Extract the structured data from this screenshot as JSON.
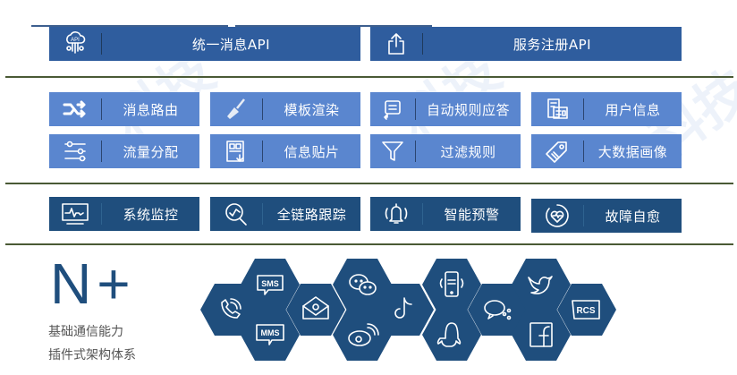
{
  "top_row": [
    {
      "label": "统一消息API",
      "icon": "api-cloud-icon"
    },
    {
      "label": "服务注册API",
      "icon": "share-upload-icon"
    }
  ],
  "feature_grid": [
    {
      "label": "消息路由",
      "icon": "shuffle-icon"
    },
    {
      "label": "模板渲染",
      "icon": "paint-brush-icon"
    },
    {
      "label": "自动规则应答",
      "icon": "auto-reply-icon"
    },
    {
      "label": "用户信息",
      "icon": "user-card-icon"
    },
    {
      "label": "流量分配",
      "icon": "sliders-icon"
    },
    {
      "label": "信息贴片",
      "icon": "layout-download-icon"
    },
    {
      "label": "过滤规则",
      "icon": "filter-icon"
    },
    {
      "label": "大数据画像",
      "icon": "tag-icon"
    }
  ],
  "ops_row": [
    {
      "label": "系统监控",
      "icon": "monitor-pulse-icon"
    },
    {
      "label": "全链路跟踪",
      "icon": "search-chart-icon"
    },
    {
      "label": "智能预警",
      "icon": "bell-alert-icon"
    },
    {
      "label": "故障自愈",
      "icon": "heart-cycle-icon"
    }
  ],
  "plugin": {
    "headline": "N+",
    "line1": "基础通信能力",
    "line2": "插件式架构体系"
  },
  "channels": [
    {
      "name": "voice",
      "icon": "phone-icon",
      "text": ""
    },
    {
      "name": "sms",
      "icon": "sms-bubble-icon",
      "text": "SMS"
    },
    {
      "name": "mms",
      "icon": "mms-bubble-icon",
      "text": "MMS"
    },
    {
      "name": "email",
      "icon": "email-icon",
      "text": ""
    },
    {
      "name": "wechat",
      "icon": "wechat-icon",
      "text": ""
    },
    {
      "name": "weibo",
      "icon": "weibo-icon",
      "text": ""
    },
    {
      "name": "tiktok",
      "icon": "tiktok-icon",
      "text": ""
    },
    {
      "name": "mobile-push",
      "icon": "mobile-push-icon",
      "text": ""
    },
    {
      "name": "qq",
      "icon": "qq-penguin-icon",
      "text": ""
    },
    {
      "name": "chat-share",
      "icon": "chat-share-icon",
      "text": ""
    },
    {
      "name": "twitter",
      "icon": "twitter-icon",
      "text": ""
    },
    {
      "name": "facebook",
      "icon": "facebook-icon",
      "text": ""
    },
    {
      "name": "rcs",
      "icon": "rcs-icon",
      "text": "RCS"
    }
  ],
  "colors": {
    "api_blue": "#2f5d9e",
    "feature_blue": "#5a86cf",
    "ops_navy": "#1f4e7d",
    "hex_navy": "#1f4e7d",
    "divider": "#4a5a35"
  }
}
